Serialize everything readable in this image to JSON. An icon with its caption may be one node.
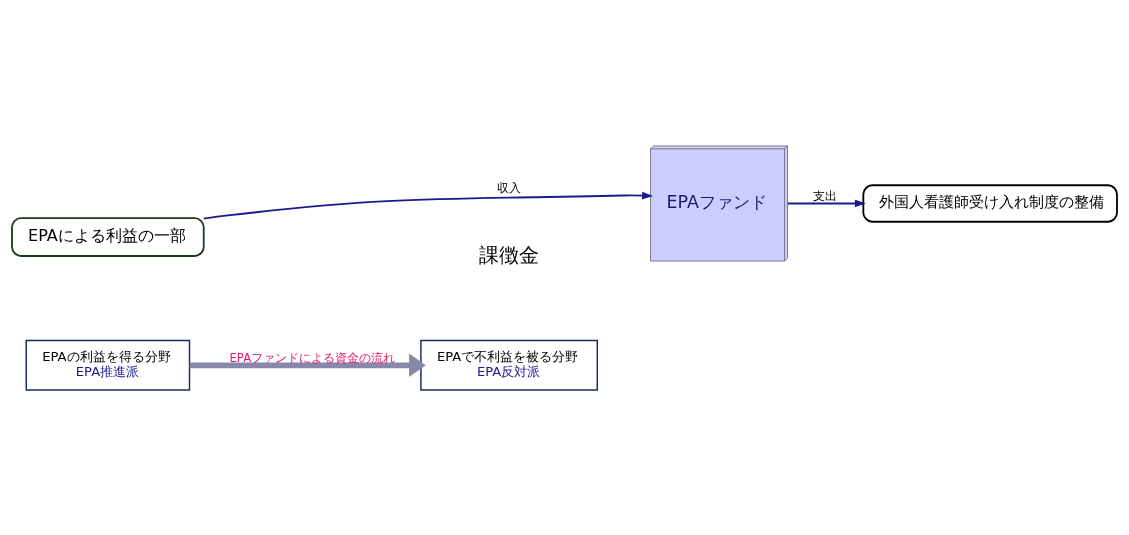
{
  "diagram": {
    "nodes": [
      {
        "text": [
          "EPAによる利益の一部"
        ]
      },
      {
        "text": [
          "EPAファンド"
        ]
      },
      {
        "text": [
          "外国人看護師受け入れ制度の整備"
        ]
      },
      {
        "text": [
          "EPAの利益を得る分野",
          "EPA推進派"
        ]
      },
      {
        "text": [
          "EPAで不利益を被る分野",
          "EPA反対派"
        ]
      }
    ],
    "edges": [
      {
        "from": 0,
        "to": 1,
        "arrow": "to",
        "label": "収入"
      },
      {
        "from": 1,
        "to": 2,
        "arrow": "to",
        "label": "支出"
      },
      {
        "from": 3,
        "to": 4,
        "arrow": "to",
        "label": "EPAファンドによる資金の流れ",
        "style": "thick",
        "color": "#8888aa"
      }
    ],
    "labels": [
      "課徴金"
    ]
  }
}
